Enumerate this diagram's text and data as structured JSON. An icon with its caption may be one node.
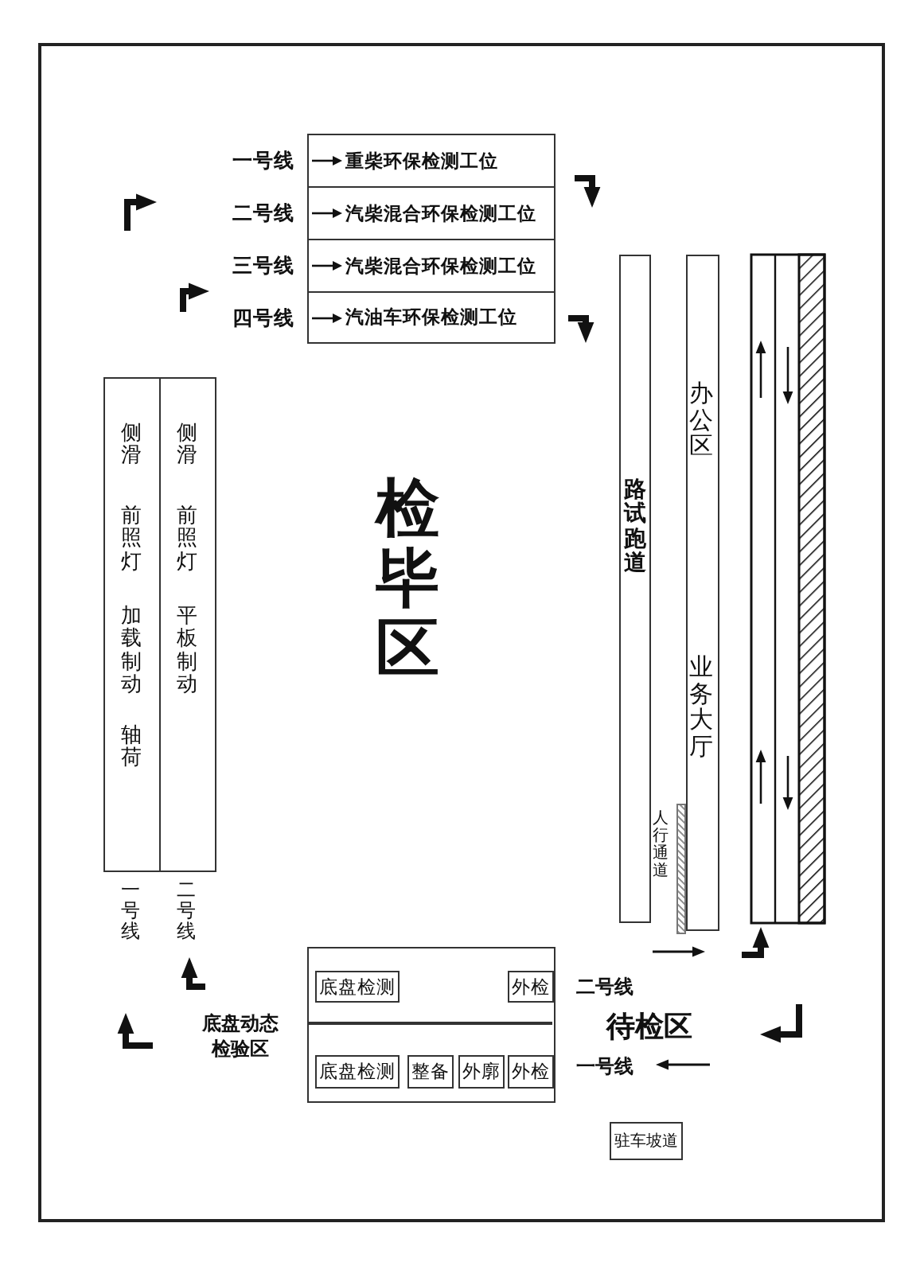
{
  "diagram": {
    "nodes": [
      {
        "text": [
          "重柴环保检测工位"
        ],
        "beside": [
          "一号线"
        ]
      },
      {
        "text": [
          "汽柴混合环保检测工位"
        ],
        "beside": [
          "二号线"
        ]
      },
      {
        "text": [
          "汽柴混合环保检测工位"
        ],
        "beside": [
          "三号线"
        ]
      },
      {
        "text": [
          "汽油车环保检测工位"
        ],
        "beside": [
          "四号线"
        ]
      },
      {
        "text": [
          "侧滑",
          "前照灯",
          "加载制动",
          "轴荷"
        ],
        "beside": [
          "一号线"
        ]
      },
      {
        "text": [
          "侧滑",
          "前照灯",
          "平板制动"
        ],
        "beside": [
          "二号线"
        ]
      },
      {
        "text": [
          "路试跑道"
        ]
      },
      {
        "text": [
          "办公区",
          "业务大厅"
        ]
      },
      {
        "text": [
          "人行通道"
        ]
      },
      {
        "text": [],
        "shape": "box"
      },
      {
        "text": [
          "底盘检测"
        ],
        "in": 9
      },
      {
        "text": [
          "外检"
        ],
        "in": 9
      },
      {
        "text": [
          "底盘检测"
        ],
        "in": 9
      },
      {
        "text": [
          "整备"
        ],
        "in": 9
      },
      {
        "text": [
          "外廓"
        ],
        "in": 9
      },
      {
        "text": [
          "外检"
        ],
        "in": 9
      },
      {
        "text": [
          "驻车坡道"
        ]
      }
    ],
    "labels": [
      "检毕区",
      "底盘动态检验区",
      "二号线",
      "待检区",
      "一号线"
    ]
  }
}
